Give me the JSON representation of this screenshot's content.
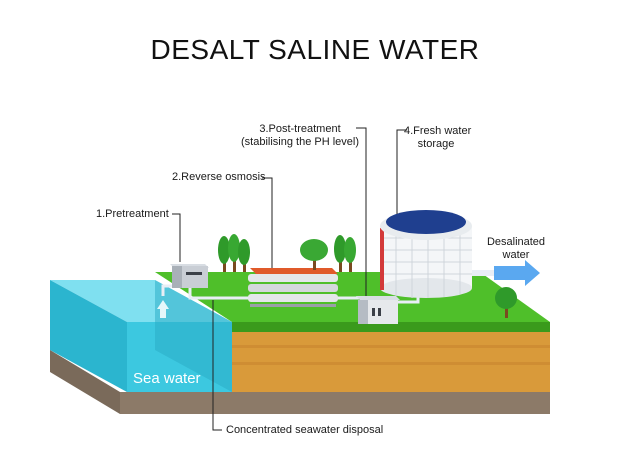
{
  "title": "DESALT SALINE WATER",
  "labels": {
    "pretreatment": "1.Pretreatment",
    "reverse_osmosis": "2.Reverse osmosis",
    "post_treatment_line1": "3.Post-treatment",
    "post_treatment_line2": "(stabilising the PH level)",
    "fresh_storage_line1": "4.Fresh water",
    "fresh_storage_line2": "storage",
    "desalinated_line1": "Desalinated",
    "desalinated_line2": "water",
    "sea_water": "Sea water",
    "disposal": "Concentrated seawater disposal"
  },
  "colors": {
    "grass": "#4fbf2a",
    "grass_dark": "#3a9a1c",
    "soil": "#d99a3a",
    "soil_dark": "#b9782a",
    "rock": "#8c7a68",
    "sea": "#3cc8e0",
    "tank_roof": "#1f3f8f",
    "arrow": "#5aa8f0"
  }
}
